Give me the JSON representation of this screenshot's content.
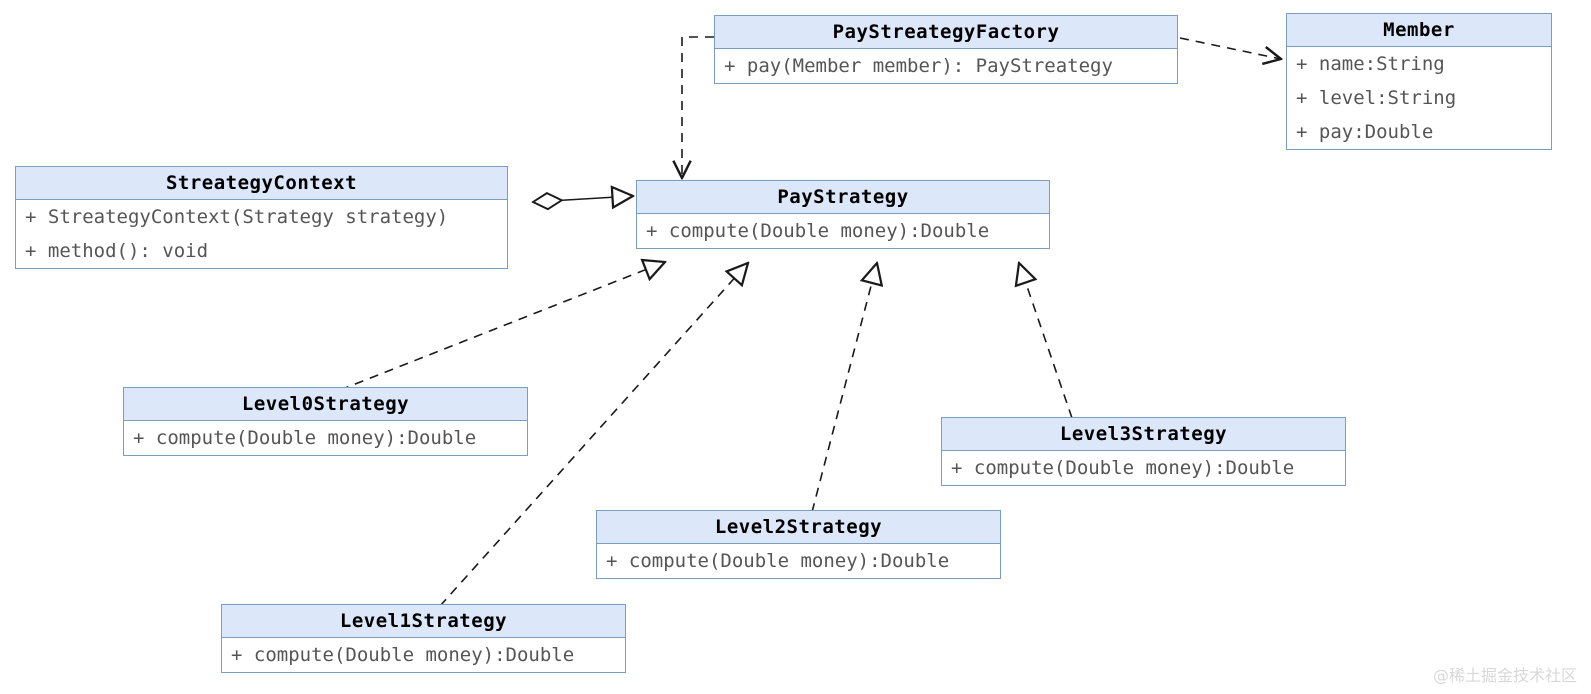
{
  "diagram": {
    "title": "PayStrategy UML class diagram",
    "type": "uml-class-diagram",
    "background_color": "#ffffff",
    "header_fill": "#dce7fa",
    "border_color": "#7a9dc0",
    "member_text_color": "#555555",
    "title_text_color": "#000000",
    "edge_color": "#1a1a1a"
  },
  "classes": {
    "pay_streategy_factory": {
      "name": "PayStreategyFactory",
      "members": [
        "+ pay(Member member): PayStreategy"
      ]
    },
    "member": {
      "name": "Member",
      "members": [
        "+ name:String",
        "+ level:String",
        "+ pay:Double"
      ]
    },
    "streategy_context": {
      "name": "StreategyContext",
      "members": [
        "+ StreategyContext(Strategy strategy)",
        "+ method(): void"
      ]
    },
    "pay_strategy": {
      "name": "PayStrategy",
      "members": [
        "+ compute(Double money):Double"
      ]
    },
    "level0_strategy": {
      "name": "Level0Strategy",
      "members": [
        "+ compute(Double money):Double"
      ]
    },
    "level1_strategy": {
      "name": "Level1Strategy",
      "members": [
        "+ compute(Double money):Double"
      ]
    },
    "level2_strategy": {
      "name": "Level2Strategy",
      "members": [
        "+ compute(Double money):Double"
      ]
    },
    "level3_strategy": {
      "name": "Level3Strategy",
      "members": [
        "+ compute(Double money):Double"
      ]
    }
  },
  "relationships": [
    {
      "id": "factory-to-member",
      "from": "PayStreategyFactory",
      "to": "Member",
      "kind": "dependency",
      "style": "dashed",
      "arrow": "open"
    },
    {
      "id": "factory-to-paystrategy",
      "from": "PayStreategyFactory",
      "to": "PayStrategy",
      "kind": "dependency",
      "style": "dashed",
      "arrow": "open"
    },
    {
      "id": "context-to-paystrategy",
      "from": "StreategyContext",
      "to": "PayStrategy",
      "kind": "aggregation",
      "style": "solid",
      "arrow": "hollow-triangle",
      "source_decoration": "open-diamond"
    },
    {
      "id": "level0-to-paystrategy",
      "from": "Level0Strategy",
      "to": "PayStrategy",
      "kind": "realization",
      "style": "dashed",
      "arrow": "hollow-triangle"
    },
    {
      "id": "level1-to-paystrategy",
      "from": "Level1Strategy",
      "to": "PayStrategy",
      "kind": "realization",
      "style": "dashed",
      "arrow": "hollow-triangle"
    },
    {
      "id": "level2-to-paystrategy",
      "from": "Level2Strategy",
      "to": "PayStrategy",
      "kind": "realization",
      "style": "dashed",
      "arrow": "hollow-triangle"
    },
    {
      "id": "level3-to-paystrategy",
      "from": "Level3Strategy",
      "to": "PayStrategy",
      "kind": "realization",
      "style": "dashed",
      "arrow": "hollow-triangle"
    }
  ],
  "watermark": {
    "text": "@稀土掘金技术社区"
  }
}
